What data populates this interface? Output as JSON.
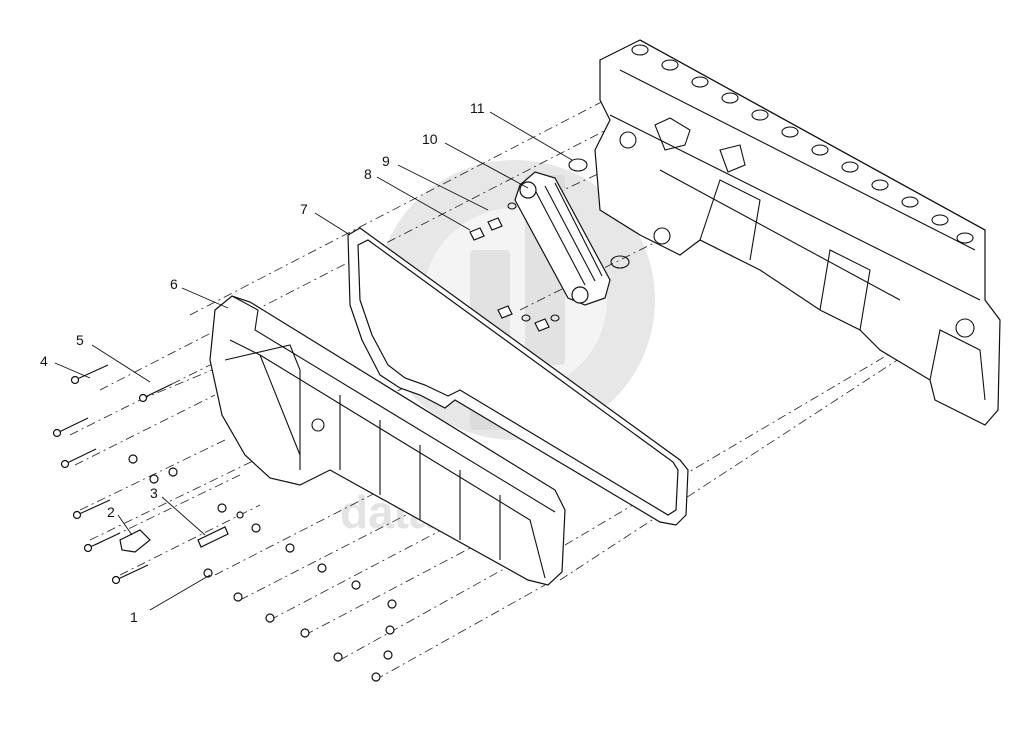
{
  "diagram": {
    "watermark": "data parts",
    "callouts": [
      {
        "id": "1",
        "label": "1"
      },
      {
        "id": "2",
        "label": "2"
      },
      {
        "id": "3",
        "label": "3"
      },
      {
        "id": "4",
        "label": "4"
      },
      {
        "id": "5",
        "label": "5"
      },
      {
        "id": "6",
        "label": "6"
      },
      {
        "id": "7",
        "label": "7"
      },
      {
        "id": "8",
        "label": "8"
      },
      {
        "id": "9",
        "label": "9"
      },
      {
        "id": "10",
        "label": "10"
      },
      {
        "id": "11",
        "label": "11"
      }
    ]
  }
}
